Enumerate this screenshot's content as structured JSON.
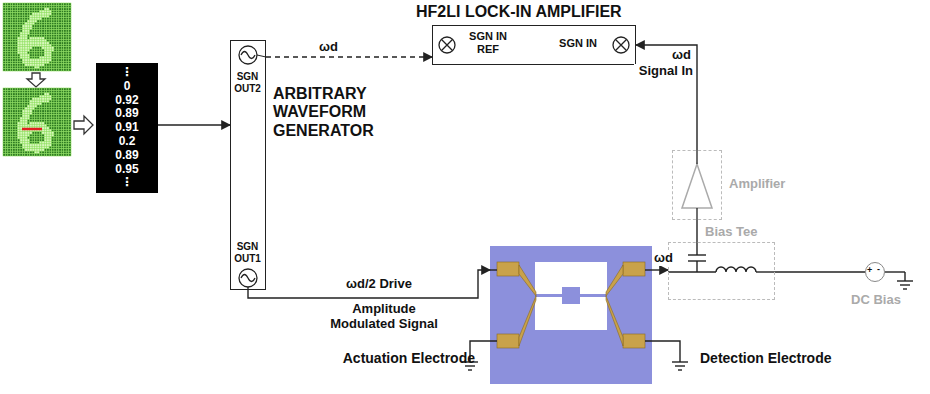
{
  "diagram": {
    "nodes": [
      {
        "text": [
          "⋮",
          "0",
          "0.92",
          "0.89",
          "0.91",
          "0.2",
          "0.89",
          "0.95",
          "⋮"
        ]
      },
      {
        "text": [
          "ARBITRARY WAVEFORM GENERATOR",
          "SGN OUT2",
          "SGN OUT1"
        ]
      },
      {
        "text": [
          "HF2LI LOCK-IN AMPLIFIER",
          "SGN IN REF",
          "SGN IN"
        ]
      },
      {
        "text": [
          "Amplifier"
        ]
      },
      {
        "text": [
          "Bias Tee"
        ]
      },
      {
        "text": [
          "Actuation Electrode",
          "Detection Electrode"
        ]
      },
      {
        "text": [
          "DC Bias"
        ]
      }
    ],
    "edges": [
      {
        "from": 0,
        "to": 1,
        "arrow": "to"
      },
      {
        "from": 1,
        "to": 2,
        "label": "ωd",
        "arrow": "to"
      },
      {
        "from": 1,
        "to": 5,
        "label": "Amplitude Modulated Signal",
        "arrow": "to"
      },
      {
        "from": 5,
        "to": 4,
        "label": "ωd",
        "arrow": "to"
      },
      {
        "from": 4,
        "to": 3,
        "arrow": "none"
      },
      {
        "from": 3,
        "to": 2,
        "label": "Signal In",
        "arrow": "to"
      },
      {
        "from": 4,
        "to": 6,
        "arrow": "none"
      }
    ],
    "labels": [
      "ωd",
      "ωd/2 Drive",
      "+",
      "-"
    ]
  }
}
